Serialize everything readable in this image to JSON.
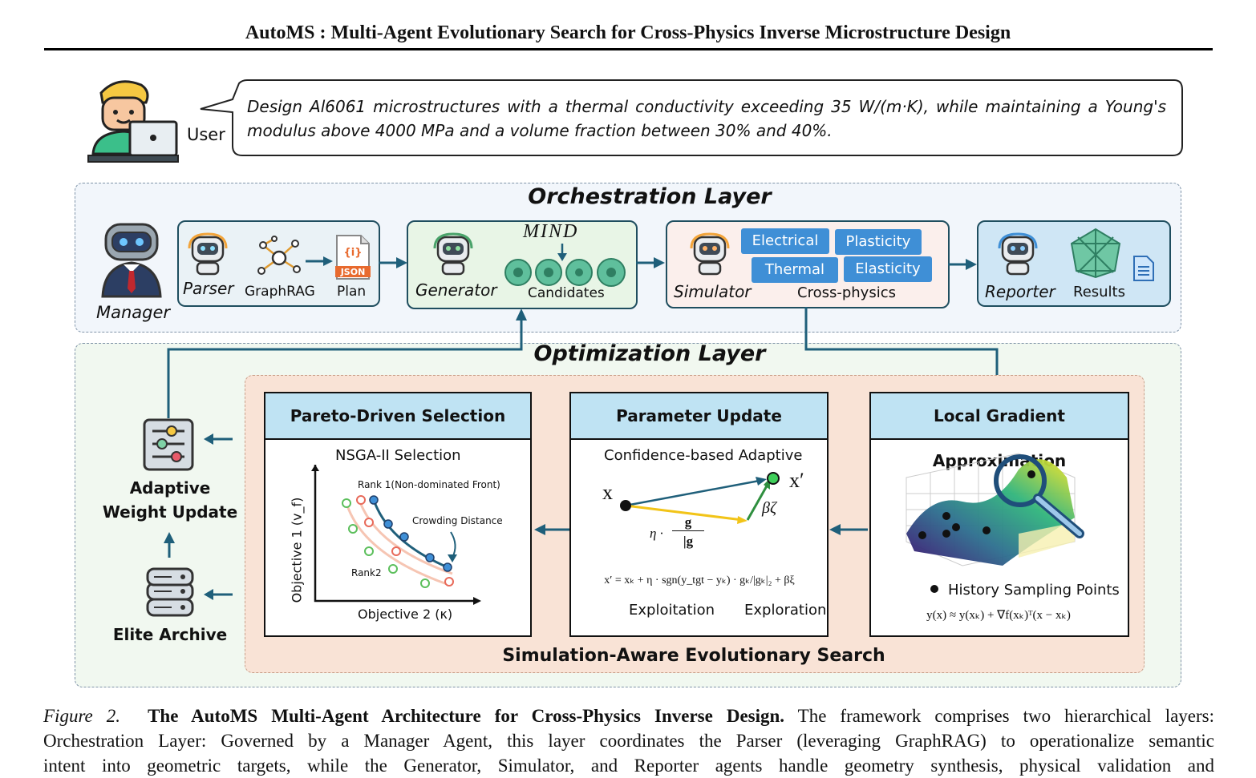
{
  "header": {
    "title": "AutoMS : Multi-Agent Evolutionary Search for Cross-Physics Inverse Microstructure Design"
  },
  "user": {
    "label": "User",
    "prompt": "Design Al6061 microstructures with a thermal conductivity exceeding 35 W/(m·K), while maintaining a Young's modulus above 4000 MPa and a volume fraction between 30% and 40%."
  },
  "orchestration": {
    "title": "Orchestration Layer",
    "manager": "Manager",
    "parser": {
      "name": "Parser",
      "graphrag": "GraphRAG",
      "plan": "Plan",
      "json_badge": "JSON",
      "json_glyph": "{i}"
    },
    "generator": {
      "name": "Generator",
      "mind": "MIND",
      "candidates": "Candidates"
    },
    "simulator": {
      "name": "Simulator",
      "tags": [
        "Electrical",
        "Plasticity",
        "Thermal",
        "Elasticity"
      ],
      "sub": "Cross-physics"
    },
    "reporter": {
      "name": "Reporter",
      "results": "Results"
    }
  },
  "optimization": {
    "title": "Optimization Layer",
    "adaptive": "Adaptive Weight Update",
    "elite": "Elite Archive",
    "search_title": "Simulation-Aware Evolutionary Search",
    "pareto": {
      "title": "Pareto-Driven Selection",
      "sub": "NSGA-II  Selection",
      "rank1": "Rank 1(Non-dominated Front)",
      "crowding": "Crowding Distance",
      "rank2": "Rank2",
      "xlabel": "Objective 2  (κ)",
      "ylabel": "Objective 1  (v_f)"
    },
    "param": {
      "title": "Parameter Update",
      "sub": "Confidence-based Adaptive",
      "x": "x",
      "xp": "x′",
      "beta": "βζ",
      "eta": "η ·",
      "g_num": "g",
      "g_den": "|g",
      "formula": "x′ = xₖ + η · sgn(y_tgt − yₖ) · gₖ/|gₖ|₂ + βξ",
      "exploitation": "Exploitation",
      "exploration": "Exploration"
    },
    "gradient": {
      "title": "Local Gradient Approximation",
      "legend": "History Sampling Points",
      "formula": "y(x) ≈ y(xₖ) + ∇f(xₖ)ᵀ(x − xₖ)"
    }
  },
  "caption": {
    "fig": "Figure 2.",
    "bold": "The AutoMS Multi-Agent Architecture for Cross-Physics Inverse Design.",
    "text1": " The framework comprises two hierarchical layers:",
    "line2": "Orchestration Layer: Governed by a Manager Agent, this layer coordinates the Parser (leveraging GraphRAG) to operationalize semantic",
    "line3": "intent into geometric targets, while the Generator, Simulator, and Reporter agents handle geometry synthesis, physical validation and"
  }
}
